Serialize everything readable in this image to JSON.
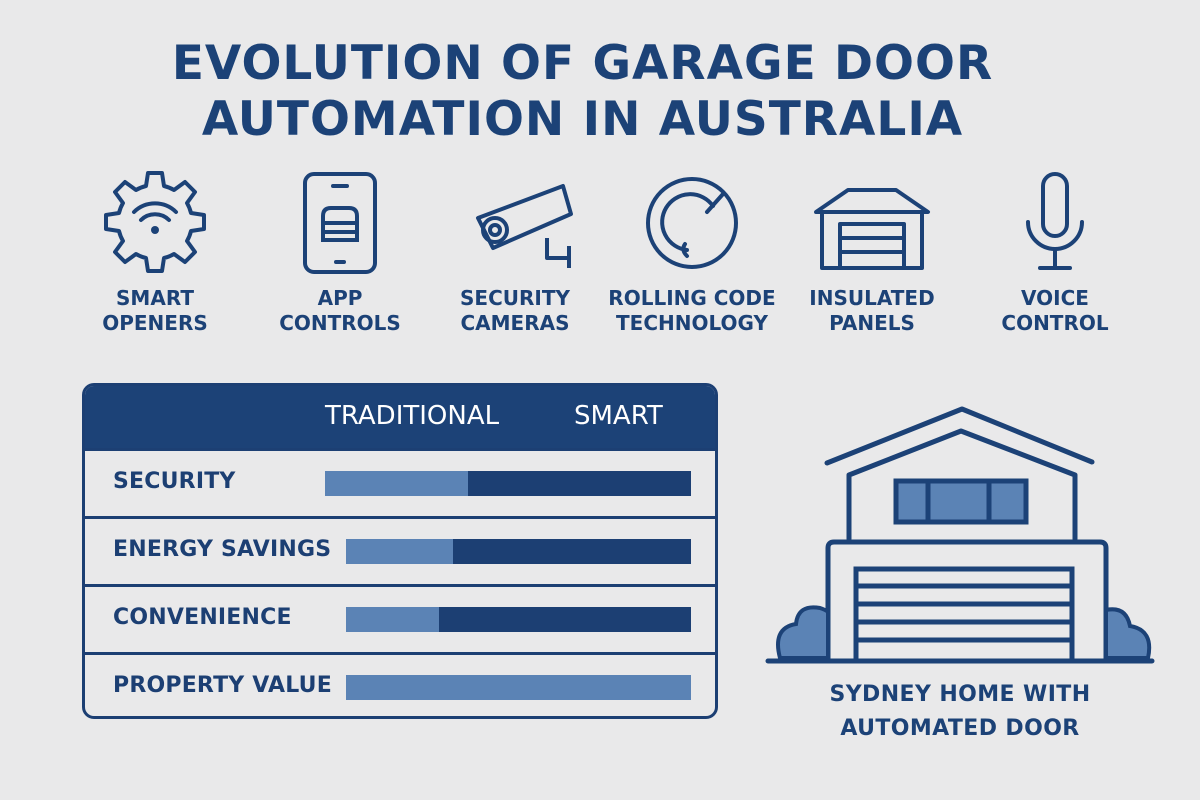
{
  "title": {
    "line1": "EVOLUTION OF GARAGE DOOR",
    "line2": "AUTOMATION IN AUSTRALIA"
  },
  "features": [
    {
      "icon": "gear-wifi-icon",
      "line1": "SMART",
      "line2": "OPENERS"
    },
    {
      "icon": "tablet-garage-icon",
      "line1": "APP",
      "line2": "CONTROLS"
    },
    {
      "icon": "security-camera-icon",
      "line1": "SECURITY",
      "line2": "CAMERAS"
    },
    {
      "icon": "rolling-code-icon",
      "line1": "ROLLING CODE",
      "line2": "TECHNOLOGY"
    },
    {
      "icon": "garage-panels-icon",
      "line1": "INSULATED",
      "line2": "PANELS"
    },
    {
      "icon": "microphone-icon",
      "line1": "VOICE",
      "line2": "CONTROL"
    }
  ],
  "comparison": {
    "columns": {
      "traditional": "TRADITIONAL",
      "smart": "SMART"
    },
    "rows": [
      {
        "label": "SECURITY",
        "traditional_pct": 39,
        "bar_left": 240
      },
      {
        "label": "ENERGY SAVINGS",
        "traditional_pct": 31,
        "bar_left": 261
      },
      {
        "label": "CONVENIENCE",
        "traditional_pct": 27,
        "bar_left": 261
      },
      {
        "label": "PROPERTY VALUE",
        "traditional_pct": 100,
        "bar_left": 261
      }
    ]
  },
  "chart_data": {
    "type": "bar",
    "title": "Traditional vs Smart",
    "categories": [
      "SECURITY",
      "ENERGY SAVINGS",
      "CONVENIENCE",
      "PROPERTY VALUE"
    ],
    "series": [
      {
        "name": "TRADITIONAL",
        "values": [
          39,
          31,
          27,
          100
        ]
      },
      {
        "name": "SMART",
        "values": [
          61,
          69,
          73,
          0
        ]
      }
    ],
    "stacked": true,
    "colors": {
      "TRADITIONAL": "#5b83b5",
      "SMART": "#1c3f73"
    }
  },
  "house": {
    "caption_line1": "SYDNEY HOME WITH",
    "caption_line2": "AUTOMATED DOOR"
  },
  "colors": {
    "primary": "#1c4277",
    "accent_light": "#5b83b5",
    "background": "#e9e9ea"
  }
}
